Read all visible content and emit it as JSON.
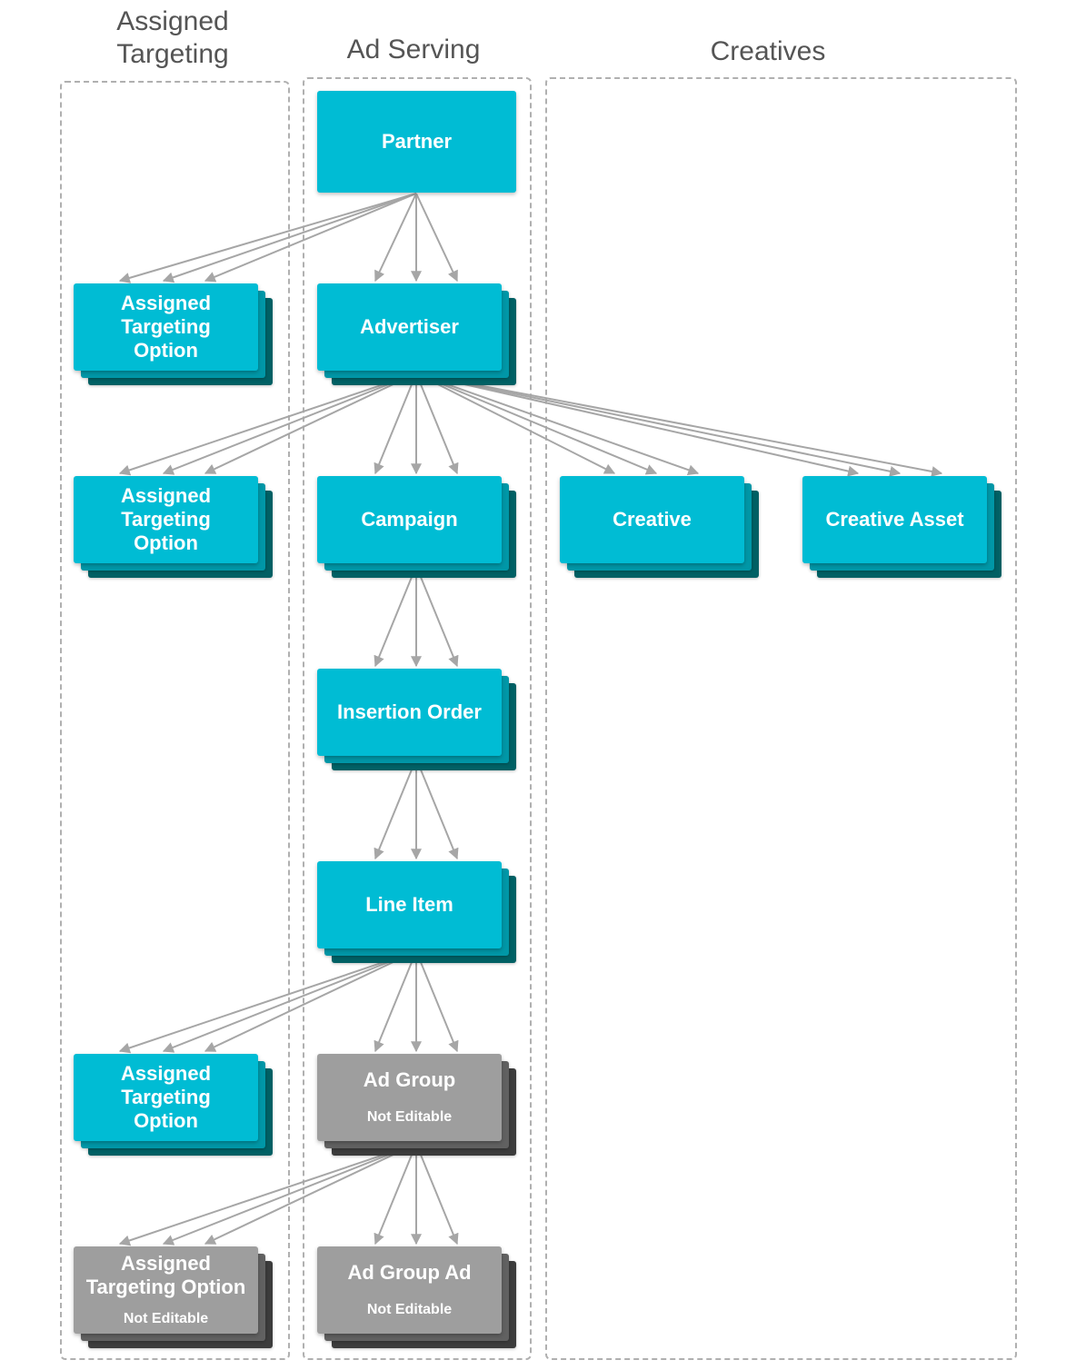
{
  "columns": {
    "assigned_targeting": "Assigned\nTargeting",
    "ad_serving": "Ad Serving",
    "creatives": "Creatives"
  },
  "nodes": {
    "partner": "Partner",
    "advertiser": "Advertiser",
    "campaign": "Campaign",
    "insertion_order": "Insertion Order",
    "line_item": "Line Item",
    "ad_group": "Ad Group",
    "ad_group_note": "Not Editable",
    "ad_group_ad": "Ad Group Ad",
    "ad_group_ad_note": "Not Editable",
    "creative": "Creative",
    "creative_asset": "Creative Asset",
    "ato_advertiser": "Assigned\nTargeting\nOption",
    "ato_campaign": "Assigned\nTargeting\nOption",
    "ato_line_item": "Assigned\nTargeting\nOption",
    "ato_ad_group": "Assigned\nTargeting Option",
    "ato_ad_group_note": "Not Editable"
  },
  "colors": {
    "editable": "#00bcd4",
    "not_editable": "#9e9e9e",
    "arrow": "#a6a6a6",
    "group_border": "#b0b0b0"
  }
}
